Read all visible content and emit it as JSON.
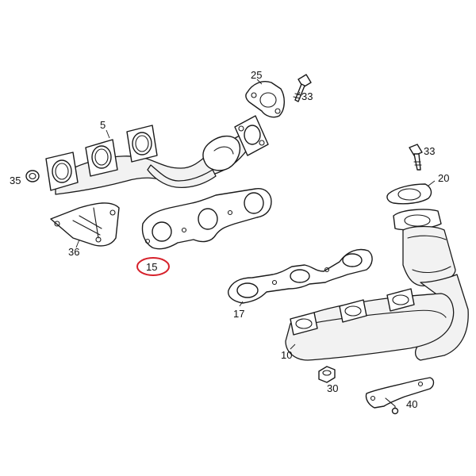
{
  "diagram": {
    "highlight_color": "#d6202a",
    "line_color": "#1a1a1a",
    "labels": {
      "p5": "5",
      "p10": "10",
      "p15": "15",
      "p17": "17",
      "p20": "20",
      "p25": "25",
      "p30": "30",
      "p33a": "33",
      "p33b": "33",
      "p35": "35",
      "p36": "36",
      "p40": "40"
    },
    "highlighted_part": "15"
  }
}
